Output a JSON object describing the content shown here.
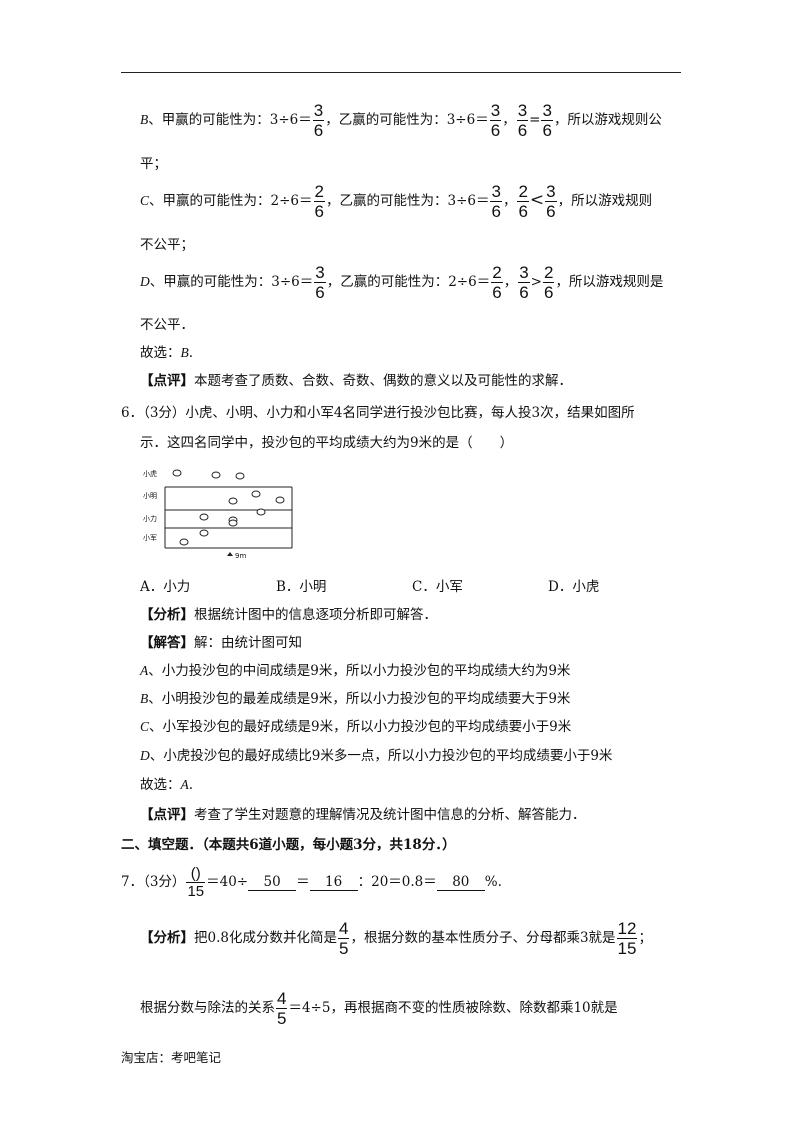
{
  "lineB": {
    "label": "B",
    "p1": "、甲赢的可能性为：3÷6＝",
    "f1n": "3",
    "f1d": "6",
    "p2": "，乙赢的可能性为：3÷6＝",
    "f2n": "3",
    "f2d": "6",
    "sep": "，",
    "f3n": "3",
    "f3d": "6",
    "op": "=",
    "f4n": "3",
    "f4d": "6",
    "p3": "，所以游戏规则公"
  },
  "lineB2": "平；",
  "lineC": {
    "label": "C",
    "p1": "、甲赢的可能性为：2÷6＝",
    "f1n": "2",
    "f1d": "6",
    "p2": "，乙赢的可能性为：3÷6＝",
    "f2n": "3",
    "f2d": "6",
    "sep": "，",
    "f3n": "2",
    "f3d": "6",
    "op": "<",
    "f4n": "3",
    "f4d": "6",
    "p3": "，所以游戏规则"
  },
  "lineC2": "不公平；",
  "lineD": {
    "label": "D",
    "p1": "、甲赢的可能性为：3÷6＝",
    "f1n": "3",
    "f1d": "6",
    "p2": "，乙赢的可能性为：2÷6＝",
    "f2n": "2",
    "f2d": "6",
    "sep": "，",
    "f3n": "3",
    "f3d": "6",
    "op": ">",
    "f4n": "2",
    "f4d": "6",
    "p3": "，所以游戏规则是"
  },
  "lineD2": "不公平．",
  "q5answer": {
    "prefix": "故选：",
    "choice": "B",
    "suffix": "."
  },
  "q5comment": {
    "tag": "【点评】",
    "text": "本题考查了质数、合数、奇数、偶数的意义以及可能性的求解．"
  },
  "q6": {
    "stem1": "6．（3分）小虎、小明、小力和小军4名同学进行投沙包比赛，每人投3次，结果如图所",
    "stem2": "示．这四名同学中，投沙包的平均成绩大约为9米的是（　　）",
    "chart_labels": [
      "小虎",
      "小明",
      "小力",
      "小军"
    ],
    "marker_label": "9m",
    "options": [
      "A．小力",
      "B．小明",
      "C．小军",
      "D．小虎"
    ]
  },
  "q6analysis": {
    "tag": "【分析】",
    "text": "根据统计图中的信息逐项分析即可解答．"
  },
  "q6solution": {
    "tag": "【解答】",
    "text": "解：由统计图可知"
  },
  "q6reasons": [
    {
      "label": "A",
      "text": "、小力投沙包的中间成绩是9米，所以小力投沙包的平均成绩大约为9米"
    },
    {
      "label": "B",
      "text": "、小明投沙包的最差成绩是9米，所以小力投沙包的平均成绩要大于9米"
    },
    {
      "label": "C",
      "text": "、小军投沙包的最好成绩是9米，所以小力投沙包的平均成绩要小于9米"
    },
    {
      "label": "D",
      "text": "、小虎投沙包的最好成绩比9米多一点，所以小力投沙包的平均成绩要小于9米"
    }
  ],
  "q6answer": {
    "prefix": "故选：",
    "choice": "A",
    "suffix": "."
  },
  "q6comment": {
    "tag": "【点评】",
    "text": "考查了学生对题意的理解情况及统计图中信息的分析、解答能力．"
  },
  "section2": "二、填空题．（本题共6道小题，每小题3分，共18分．）",
  "q7": {
    "num": "7．（3分）",
    "fnum": "()",
    "fden": "15",
    "p1": "＝40÷",
    "b1": "50",
    "p2": "＝",
    "b2": "16",
    "p3": "：20＝0.8＝",
    "b3": "80",
    "p4": "%."
  },
  "q7analysis": {
    "tag": "【分析】",
    "p1": "把0.8化成分数并化简是",
    "f1n": "4",
    "f1d": "5",
    "p2": "，根据分数的基本性质分子、分母都乘3就是",
    "f2n": "12",
    "f2d": "15",
    "p3": "；"
  },
  "q7line2": {
    "p1": "根据分数与除法的关系",
    "f1n": "4",
    "f1d": "5",
    "p2": "＝4÷5，再根据商不变的性质被除数、除数都乘10就是"
  },
  "footer": "淘宝店：考吧笔记"
}
